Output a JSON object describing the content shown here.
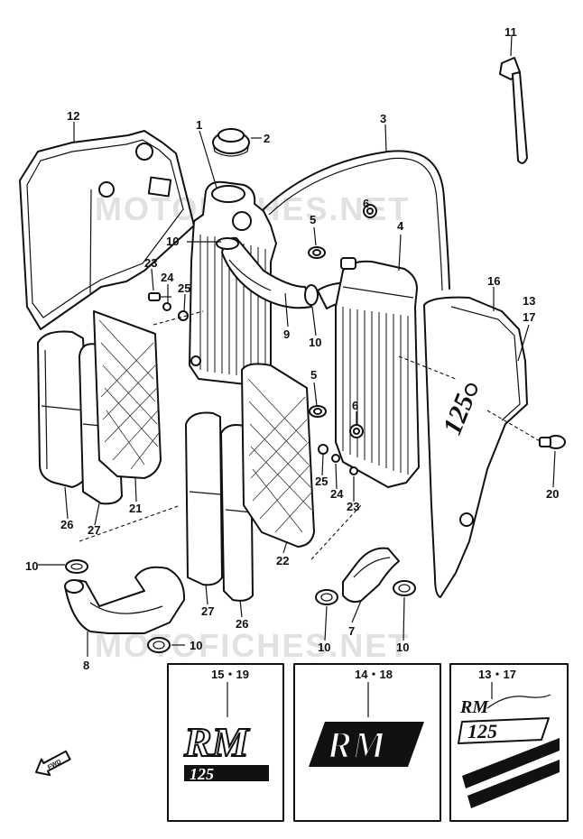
{
  "watermark": "MOTOFICHES.NET",
  "callouts": [
    "1",
    "2",
    "3",
    "4",
    "5",
    "5",
    "6",
    "6",
    "7",
    "8",
    "9",
    "10",
    "10",
    "10",
    "10",
    "10",
    "10",
    "11",
    "12",
    "13",
    "17",
    "16",
    "20",
    "21",
    "22",
    "23",
    "23",
    "24",
    "24",
    "25",
    "25",
    "26",
    "26",
    "27",
    "27"
  ],
  "insets": {
    "left": {
      "label": "15・19",
      "emblem_line1": "RM",
      "emblem_line2": "125"
    },
    "middle": {
      "label": "14・18",
      "emblem_line1": "RM"
    },
    "right": {
      "label": "13・17",
      "emblem_line1": "RM",
      "emblem_line2": "125"
    }
  },
  "fwd_label": "FWD"
}
